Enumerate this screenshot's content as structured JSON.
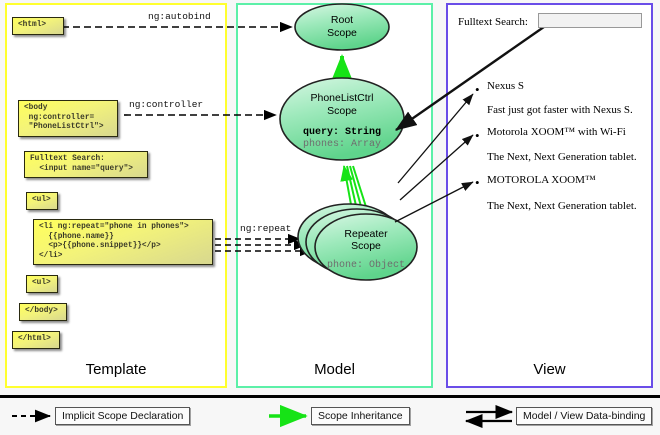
{
  "panels": [
    {
      "key": "template",
      "label": "Template",
      "border_color": "#ffff2e"
    },
    {
      "key": "model",
      "label": "Model",
      "border_color": "#5cf0a8"
    },
    {
      "key": "view",
      "label": "View",
      "border_color": "#6a4de8"
    }
  ],
  "template": {
    "boxes": [
      {
        "name": "html-open-box",
        "text": "<html>"
      },
      {
        "name": "body-controller-box",
        "text": "<body\n ng:controller=\n \"PhoneListCtrl\">"
      },
      {
        "name": "fulltext-search-box",
        "text": "Fulltext Search:\n  <input name=\"query\">"
      },
      {
        "name": "ul-open-box",
        "text": "<ul>"
      },
      {
        "name": "li-repeat-box",
        "text": "<li ng:repeat=\"phone in phones\">\n  {{phone.name}}\n  <p>{{phone.snippet}}</p>\n</li>"
      },
      {
        "name": "ul-close-box",
        "text": "<ul>"
      },
      {
        "name": "body-close-box",
        "text": "</body>"
      },
      {
        "name": "html-close-box",
        "text": "</html>"
      }
    ]
  },
  "model": {
    "scopes": [
      {
        "name": "root-scope",
        "title_line1": "Root",
        "title_line2": "Scope",
        "props": []
      },
      {
        "name": "phonelistctrl-scope",
        "title_line1": "PhoneListCtrl",
        "title_line2": "Scope",
        "props": [
          {
            "text": "query: String",
            "emphasis": "strong"
          },
          {
            "text": "phones: Array",
            "emphasis": "dim"
          }
        ]
      },
      {
        "name": "repeater-scope",
        "title_line1": "Repeater",
        "title_line2": "Scope",
        "props": [
          {
            "text": "phone: Object",
            "emphasis": "dim"
          }
        ]
      }
    ]
  },
  "connectors": [
    {
      "name": "ng-autobind-label",
      "text": "ng:autobind"
    },
    {
      "name": "ng-controller-label",
      "text": "ng:controller"
    },
    {
      "name": "ng-repeat-label",
      "text": "ng:repeat"
    }
  ],
  "view": {
    "search_label": "Fulltext Search:",
    "search_value": "",
    "search_placeholder": "",
    "items": [
      {
        "name": "Nexus S",
        "snippet": "Fast just got faster with Nexus S."
      },
      {
        "name": "Motorola XOOM™  with Wi-Fi",
        "snippet": "The Next, Next Generation tablet."
      },
      {
        "name": "MOTOROLA XOOM™",
        "snippet": "The Next, Next Generation tablet."
      }
    ]
  },
  "legend": [
    {
      "name": "legend-implicit-scope-declaration",
      "label": "Implicit Scope Declaration",
      "arrow": "dashed-black"
    },
    {
      "name": "legend-scope-inheritance",
      "label": "Scope Inheritance",
      "arrow": "solid-green"
    },
    {
      "name": "legend-data-binding",
      "label": "Model / View Data-binding",
      "arrow": "double-black"
    }
  ],
  "colors": {
    "template_border": "#ffff2e",
    "model_border": "#5cf0a8",
    "view_border": "#6a4de8",
    "inheritance_arrow": "#16e316",
    "code_box_fill": "#ffff5c",
    "scope_fill": "#8ee8ae"
  }
}
